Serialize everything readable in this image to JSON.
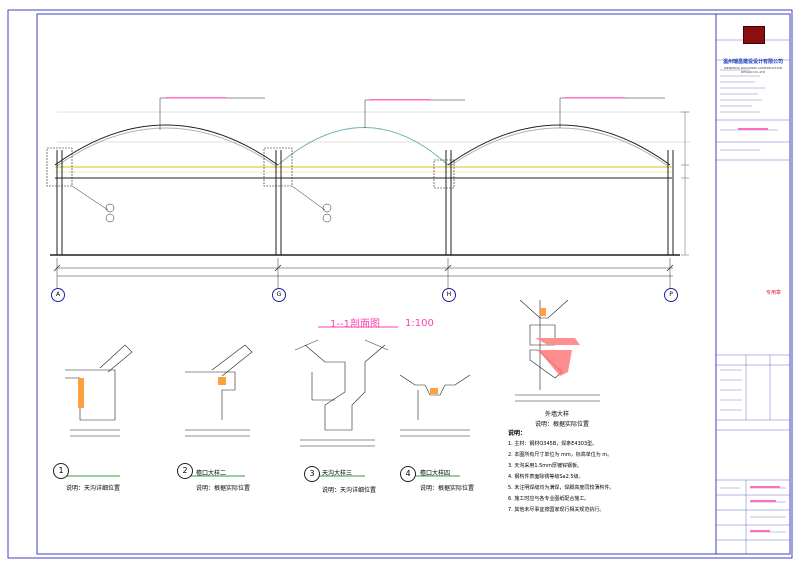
{
  "section": {
    "title": "1--1剖面图",
    "scale": "1:100"
  },
  "axes": {
    "a": "A",
    "g": "G",
    "h": "H",
    "p": "P"
  },
  "details": {
    "d1": {
      "num": "1",
      "caption": "说明：天沟详细位置"
    },
    "d2": {
      "num": "2",
      "title": "檐口大样二",
      "caption": "说明：根据实际位置"
    },
    "d3": {
      "num": "3",
      "title": "天沟大样三",
      "caption": "说明：天沟详细位置"
    },
    "d4": {
      "num": "4",
      "title": "檐口大样四",
      "caption": "说明：根据实际位置"
    },
    "d5": {
      "title": "外墙大样",
      "caption": "说明：根据实际位置"
    }
  },
  "notes": {
    "title": "说明：",
    "lines": [
      "1. 主材：钢材Q345B，焊条E4303型。",
      "2. 本图所有尺寸单位为 mm，标高单位为 m。",
      "3. 天沟采用1.5mm厚镀锌钢板。",
      "4. 钢构件表面除锈等级Sa2.5级。",
      "5. 未注明焊缝均为满焊，焊脚高度同较薄构件。",
      "6. 施工时应与各专业图纸配合施工。",
      "7. 其他未尽事宜按国家现行相关规范执行。"
    ]
  },
  "titleblock": {
    "company": "温州瑞昌建设设计有限公司",
    "company_en": "WENZHOU RUICHANG CONSTRUCTION DESIGN CO.,LTD",
    "stamp": "专用章"
  },
  "colors": {
    "line": "#202020",
    "accent": "#ff3fb0",
    "border": "#4040c0",
    "green": "#30a030"
  }
}
